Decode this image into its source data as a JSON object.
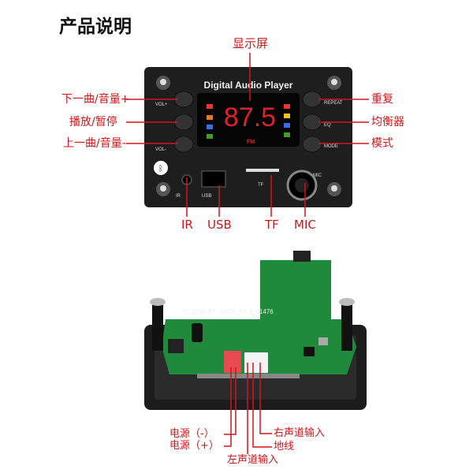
{
  "title": "产品说明",
  "front_panel": {
    "brand_text": "Digital Audio Player",
    "display_value": "87.5",
    "display_mode": "FM",
    "left_button_marks": [
      "VOL+",
      "VOL-"
    ],
    "right_button_marks": [
      "REPEAT",
      "EQ",
      "MODE"
    ],
    "port_marks": {
      "ir": "IR",
      "usb": "USB",
      "tf": "TF",
      "mic": "MIC"
    }
  },
  "callouts": {
    "display": "显示屏",
    "left": [
      "下一曲/音量+",
      "播放/暂停",
      "上一曲/音量-"
    ],
    "right": [
      "重复",
      "均衡器",
      "模式"
    ],
    "bottom": [
      "IR",
      "USB",
      "TF",
      "MIC"
    ]
  },
  "pcb": {
    "silkscreen": "IC-124B-BT_JACK_V1.1_21476",
    "wires": {
      "power_neg": "电源（-）",
      "power_pos": "电源（+）",
      "left_in": "左声道输入",
      "ground": "地线",
      "right_in": "右声道输入"
    }
  },
  "colors": {
    "callout": "#d0161b",
    "panel": "#1e1e1e",
    "pcb": "#1f8a3c",
    "segment": "#e0202a"
  }
}
